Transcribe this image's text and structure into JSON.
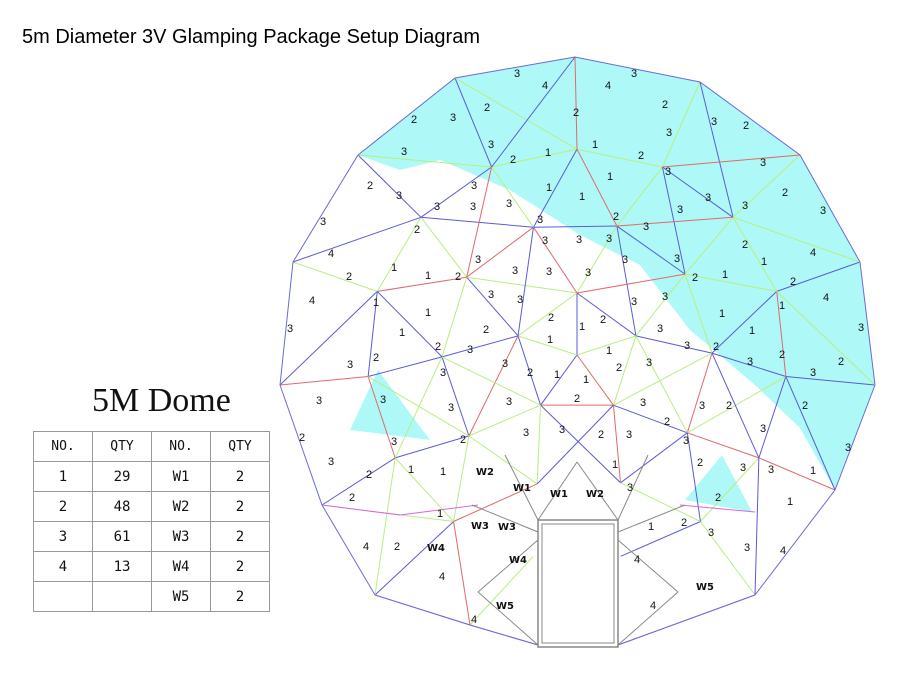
{
  "title": "5m Diameter 3V Glamping Package Setup Diagram",
  "dome_title": "5M Dome",
  "table": {
    "headers": [
      "NO.",
      "QTY",
      "NO.",
      "QTY"
    ],
    "rows": [
      [
        "1",
        "29",
        "W1",
        "2"
      ],
      [
        "2",
        "48",
        "W2",
        "2"
      ],
      [
        "3",
        "61",
        "W3",
        "2"
      ],
      [
        "4",
        "13",
        "W4",
        "2"
      ],
      [
        "",
        "",
        "W5",
        "2"
      ]
    ]
  },
  "colors": {
    "highlight": "#aef9f7",
    "strut_blue": "#5b5bd6",
    "strut_green": "#b8ee80",
    "strut_red": "#e06a6a",
    "strut_magenta": "#dd66dd",
    "door": "#888888"
  },
  "strut_labels": [
    "3",
    "4",
    "4",
    "3",
    "2",
    "2",
    "2",
    "3",
    "2",
    "3",
    "2",
    "3",
    "1",
    "1",
    "2",
    "3",
    "3",
    "2",
    "1",
    "3",
    "3",
    "2",
    "3",
    "3",
    "1",
    "1",
    "3",
    "3",
    "3",
    "3",
    "2",
    "3",
    "3",
    "3",
    "3",
    "3",
    "2",
    "3",
    "3",
    "2",
    "3",
    "3",
    "4",
    "2",
    "1",
    "1",
    "2",
    "3",
    "3",
    "3",
    "3",
    "3",
    "2",
    "1",
    "4",
    "3",
    "2",
    "1",
    "3",
    "3",
    "3",
    "3",
    "4",
    "1",
    "2",
    "1",
    "4",
    "2",
    "1",
    "2",
    "1",
    "3",
    "1",
    "2",
    "3",
    "1",
    "1",
    "3",
    "2",
    "3",
    "1",
    "1",
    "3",
    "2",
    "2",
    "2",
    "3",
    "3",
    "3",
    "2",
    "1",
    "1",
    "2",
    "3",
    "3",
    "3",
    "2",
    "3",
    "3",
    "3",
    "3",
    "2",
    "3",
    "3",
    "2",
    "2",
    "3",
    "2",
    "3",
    "3",
    "2",
    "3",
    "2",
    "3",
    "3",
    "2",
    "3",
    "3",
    "2",
    "1",
    "1",
    "W2",
    "W1",
    "W1",
    "W2",
    "3",
    "1",
    "2",
    "3",
    "3",
    "1",
    "2",
    "2",
    "1",
    "1",
    "W3",
    "W3",
    "1",
    "2",
    "3",
    "4",
    "2",
    "W4",
    "W4",
    "4",
    "3",
    "4",
    "4",
    "W5",
    "W5",
    "4",
    "4"
  ]
}
